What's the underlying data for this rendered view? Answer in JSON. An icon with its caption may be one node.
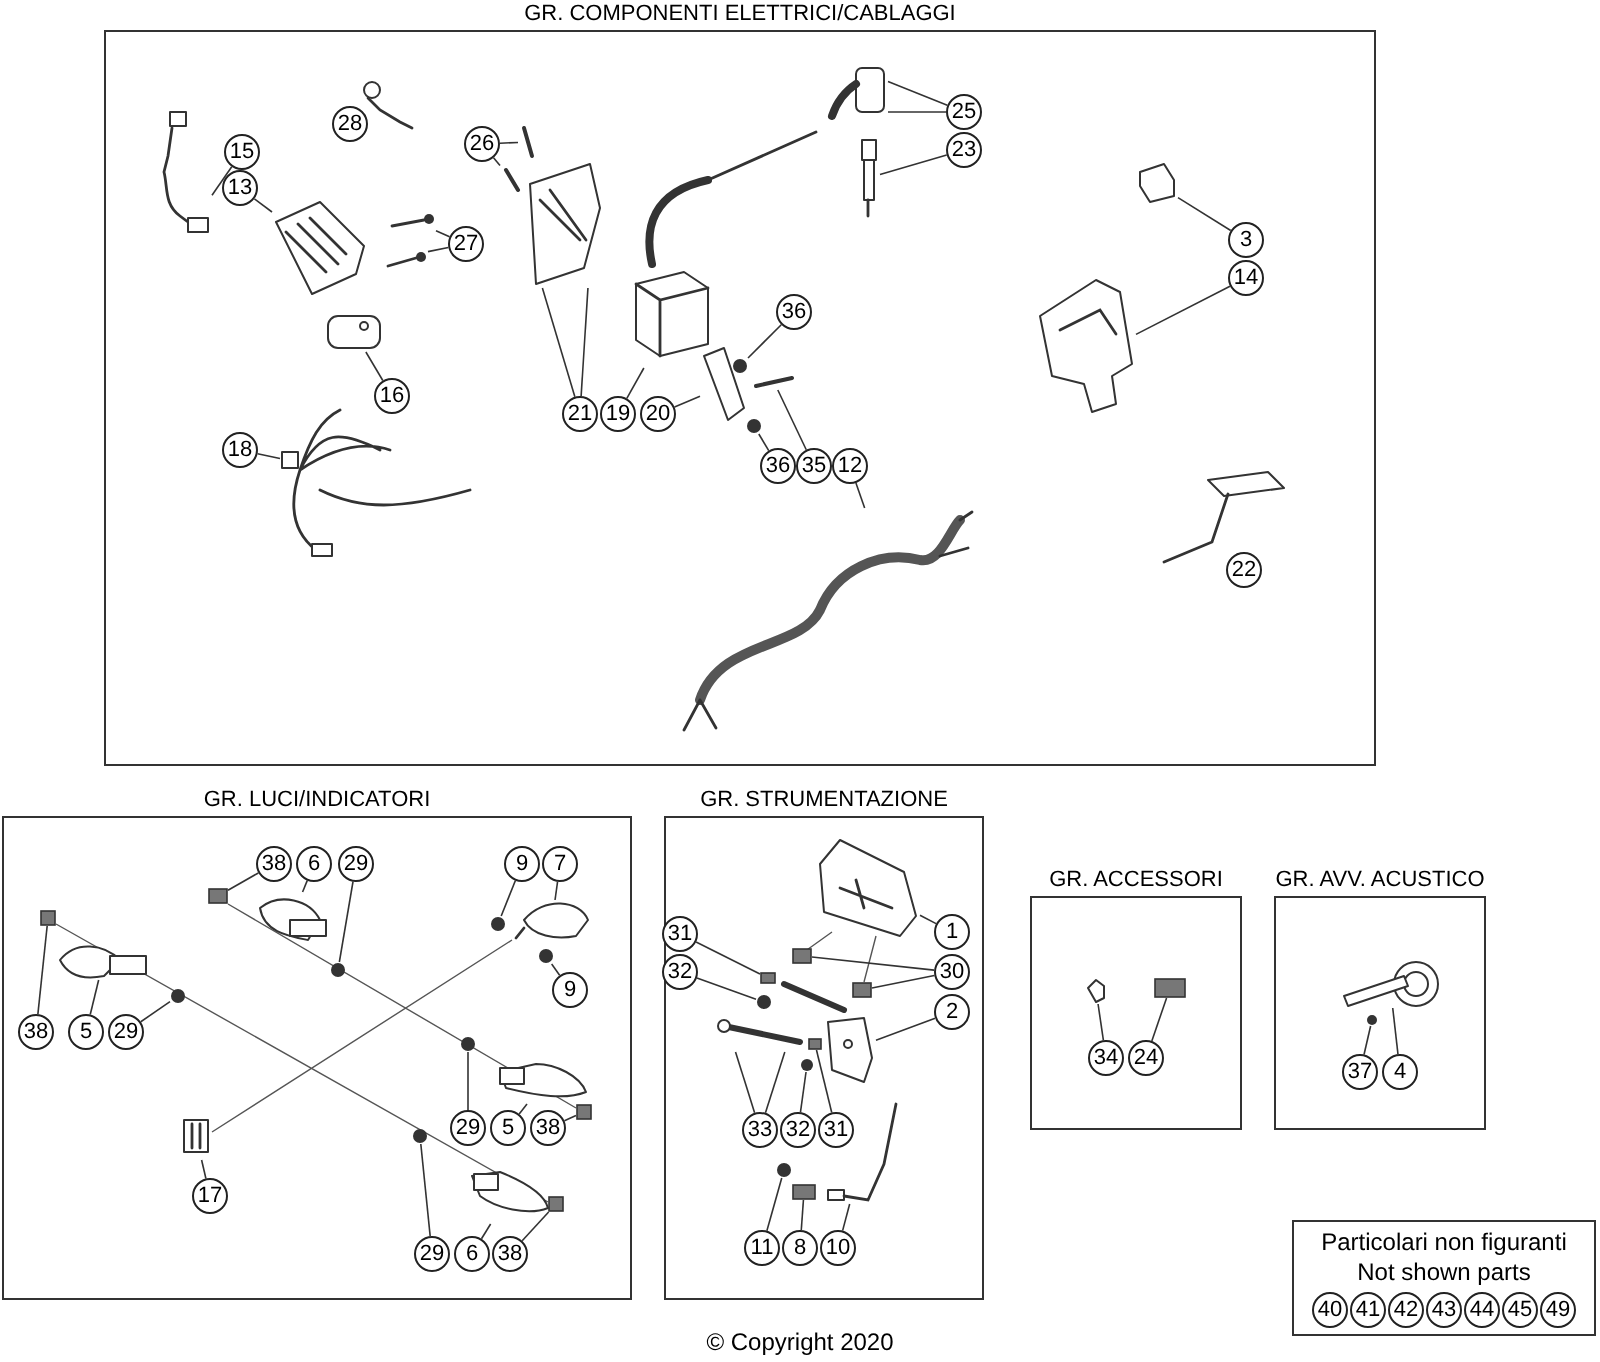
{
  "diagram": {
    "nodes": [
      {
        "text": [
          "GR. COMPONENTI ELETTRICI/CABLAGGI"
        ]
      },
      {
        "text": [
          "28"
        ],
        "in": 0
      },
      {
        "text": [
          "15"
        ],
        "in": 0
      },
      {
        "text": [
          "13"
        ],
        "in": 0
      },
      {
        "text": [
          "26"
        ],
        "in": 0
      },
      {
        "text": [
          "25"
        ],
        "in": 0
      },
      {
        "text": [
          "23"
        ],
        "in": 0
      },
      {
        "text": [
          "27"
        ],
        "in": 0
      },
      {
        "text": [
          "3"
        ],
        "in": 0
      },
      {
        "text": [
          "14"
        ],
        "in": 0
      },
      {
        "text": [
          "36"
        ],
        "in": 0
      },
      {
        "text": [
          "16"
        ],
        "in": 0
      },
      {
        "text": [
          "21"
        ],
        "in": 0
      },
      {
        "text": [
          "19"
        ],
        "in": 0
      },
      {
        "text": [
          "20"
        ],
        "in": 0
      },
      {
        "text": [
          "18"
        ],
        "in": 0
      },
      {
        "text": [
          "36"
        ],
        "in": 0
      },
      {
        "text": [
          "35"
        ],
        "in": 0
      },
      {
        "text": [
          "12"
        ],
        "in": 0
      },
      {
        "text": [
          "22"
        ],
        "in": 0
      },
      {
        "text": [
          "GR. LUCI/INDICATORI"
        ]
      },
      {
        "text": [
          "38"
        ],
        "in": 20
      },
      {
        "text": [
          "6"
        ],
        "in": 20
      },
      {
        "text": [
          "29"
        ],
        "in": 20
      },
      {
        "text": [
          "9"
        ],
        "in": 20
      },
      {
        "text": [
          "7"
        ],
        "in": 20
      },
      {
        "text": [
          "9"
        ],
        "in": 20
      },
      {
        "text": [
          "38"
        ],
        "in": 20
      },
      {
        "text": [
          "5"
        ],
        "in": 20
      },
      {
        "text": [
          "29"
        ],
        "in": 20
      },
      {
        "text": [
          "29"
        ],
        "in": 20
      },
      {
        "text": [
          "5"
        ],
        "in": 20
      },
      {
        "text": [
          "38"
        ],
        "in": 20
      },
      {
        "text": [
          "17"
        ],
        "in": 20
      },
      {
        "text": [
          "29"
        ],
        "in": 20
      },
      {
        "text": [
          "6"
        ],
        "in": 20
      },
      {
        "text": [
          "38"
        ],
        "in": 20
      },
      {
        "text": [
          "GR. STRUMENTAZIONE"
        ]
      },
      {
        "text": [
          "31"
        ],
        "in": 37
      },
      {
        "text": [
          "32"
        ],
        "in": 37
      },
      {
        "text": [
          "1"
        ],
        "in": 37
      },
      {
        "text": [
          "30"
        ],
        "in": 37
      },
      {
        "text": [
          "2"
        ],
        "in": 37
      },
      {
        "text": [
          "33"
        ],
        "in": 37
      },
      {
        "text": [
          "32"
        ],
        "in": 37
      },
      {
        "text": [
          "31"
        ],
        "in": 37
      },
      {
        "text": [
          "11"
        ],
        "in": 37
      },
      {
        "text": [
          "8"
        ],
        "in": 37
      },
      {
        "text": [
          "10"
        ],
        "in": 37
      },
      {
        "text": [
          "GR. ACCESSORI"
        ]
      },
      {
        "text": [
          "34"
        ],
        "in": 49
      },
      {
        "text": [
          "24"
        ],
        "in": 49
      },
      {
        "text": [
          "GR. AVV. ACUSTICO"
        ]
      },
      {
        "text": [
          "37"
        ],
        "in": 52
      },
      {
        "text": [
          "4"
        ],
        "in": 52
      },
      {
        "text": [
          "Particolari non figuranti",
          "Not shown parts"
        ]
      },
      {
        "text": [
          "40"
        ],
        "in": 55
      },
      {
        "text": [
          "41"
        ],
        "in": 55
      },
      {
        "text": [
          "42"
        ],
        "in": 55
      },
      {
        "text": [
          "43"
        ],
        "in": 55
      },
      {
        "text": [
          "44"
        ],
        "in": 55
      },
      {
        "text": [
          "45"
        ],
        "in": 55
      },
      {
        "text": [
          "49"
        ],
        "in": 55
      },
      {
        "text": [],
        "shape": "picture",
        "in": 0
      },
      {
        "text": [],
        "shape": "picture",
        "in": 0
      },
      {
        "text": [],
        "shape": "picture",
        "in": 0
      },
      {
        "text": [],
        "shape": "picture",
        "in": 0
      },
      {
        "text": [],
        "shape": "picture",
        "in": 0
      },
      {
        "text": [],
        "shape": "picture",
        "in": 0
      },
      {
        "text": [],
        "shape": "picture",
        "in": 0
      },
      {
        "text": [],
        "shape": "picture",
        "in": 0
      },
      {
        "text": [],
        "shape": "picture",
        "in": 0
      },
      {
        "text": [],
        "shape": "picture",
        "in": 0
      },
      {
        "text": [],
        "shape": "picture",
        "in": 0
      },
      {
        "text": [],
        "shape": "circle",
        "in": 0
      },
      {
        "text": [],
        "shape": "picture",
        "in": 0
      },
      {
        "text": [],
        "shape": "picture",
        "in": 0
      },
      {
        "text": [],
        "shape": "picture",
        "in": 0
      },
      {
        "text": [],
        "shape": "picture",
        "in": 0
      },
      {
        "text": [],
        "shape": "picture",
        "in": 0
      },
      {
        "text": [],
        "shape": "picture",
        "in": 0
      },
      {
        "text": [],
        "shape": "circle",
        "in": 0
      },
      {
        "text": [],
        "shape": "picture",
        "in": 0
      },
      {
        "text": [],
        "shape": "picture",
        "in": 0
      },
      {
        "text": [],
        "shape": "picture",
        "in": 0
      },
      {
        "text": [],
        "shape": "box",
        "in": 20
      },
      {
        "text": [],
        "shape": "picture",
        "in": 20
      },
      {
        "text": [],
        "shape": "circle",
        "in": 20
      },
      {
        "text": [],
        "shape": "circle",
        "in": 20
      },
      {
        "text": [],
        "shape": "picture",
        "in": 20
      },
      {
        "text": [],
        "shape": "circle",
        "in": 20
      },
      {
        "text": [],
        "shape": "box",
        "in": 20
      },
      {
        "text": [],
        "shape": "picture",
        "in": 20
      },
      {
        "text": [],
        "shape": "circle",
        "in": 20
      },
      {
        "text": [],
        "shape": "circle",
        "in": 20
      },
      {
        "text": [],
        "shape": "picture",
        "in": 20
      },
      {
        "text": [],
        "shape": "box",
        "in": 20
      },
      {
        "text": [],
        "shape": "picture",
        "in": 20
      },
      {
        "text": [],
        "shape": "circle",
        "in": 20
      },
      {
        "text": [],
        "shape": "picture",
        "in": 20
      },
      {
        "text": [],
        "shape": "box",
        "in": 20
      },
      {
        "text": [],
        "shape": "box",
        "in": 37
      },
      {
        "text": [],
        "shape": "circle",
        "in": 37
      },
      {
        "text": [],
        "shape": "picture",
        "in": 37
      },
      {
        "text": [],
        "shape": "box",
        "in": 37
      },
      {
        "text": [],
        "shape": "box",
        "in": 37
      },
      {
        "text": [],
        "shape": "picture",
        "in": 37
      },
      {
        "text": [],
        "shape": "picture",
        "in": 37
      },
      {
        "text": [],
        "shape": "picture",
        "in": 37
      },
      {
        "text": [],
        "shape": "circle",
        "in": 37
      },
      {
        "text": [],
        "shape": "box",
        "in": 37
      },
      {
        "text": [],
        "shape": "circle",
        "in": 37
      },
      {
        "text": [],
        "shape": "box",
        "in": 37
      },
      {
        "text": [],
        "shape": "picture",
        "in": 37
      },
      {
        "text": [],
        "shape": "picture",
        "in": 49
      },
      {
        "text": [],
        "shape": "box",
        "in": 49
      },
      {
        "text": [],
        "shape": "picture",
        "in": 52
      },
      {
        "text": [],
        "shape": "circle",
        "in": 52
      }
    ],
    "edges": [
      {
        "from": 1,
        "to": 63,
        "arrow": "none"
      },
      {
        "from": 2,
        "to": 64,
        "arrow": "none"
      },
      {
        "from": 3,
        "to": 65,
        "arrow": "none"
      },
      {
        "from": 4,
        "to": 66,
        "arrow": "none"
      },
      {
        "from": 4,
        "to": 67,
        "arrow": "none"
      },
      {
        "from": 5,
        "to": 68,
        "arrow": "none"
      },
      {
        "from": 5,
        "to": 68,
        "arrow": "none"
      },
      {
        "from": 6,
        "to": 69,
        "arrow": "none"
      },
      {
        "from": 7,
        "to": 70,
        "arrow": "none"
      },
      {
        "from": 7,
        "to": 71,
        "arrow": "none"
      },
      {
        "from": 8,
        "to": 72,
        "arrow": "none"
      },
      {
        "from": 9,
        "to": 73,
        "arrow": "none"
      },
      {
        "from": 10,
        "to": 74,
        "arrow": "none"
      },
      {
        "from": 11,
        "to": 75,
        "arrow": "none"
      },
      {
        "from": 12,
        "to": 76,
        "arrow": "none"
      },
      {
        "from": 12,
        "to": 76,
        "arrow": "none"
      },
      {
        "from": 13,
        "to": 77,
        "arrow": "none"
      },
      {
        "from": 14,
        "to": 79,
        "arrow": "none"
      },
      {
        "from": 15,
        "to": 80,
        "arrow": "none"
      },
      {
        "from": 16,
        "to": 81,
        "arrow": "none"
      },
      {
        "from": 17,
        "to": 82,
        "arrow": "none"
      },
      {
        "from": 18,
        "to": 83,
        "arrow": "none"
      },
      {
        "from": 19,
        "to": 84,
        "arrow": "none"
      },
      {
        "from": 21,
        "to": 85,
        "arrow": "none"
      },
      {
        "from": 22,
        "to": 86,
        "arrow": "none"
      },
      {
        "from": 23,
        "to": 87,
        "arrow": "none"
      },
      {
        "from": 24,
        "to": 88,
        "arrow": "none"
      },
      {
        "from": 25,
        "to": 89,
        "arrow": "none"
      },
      {
        "from": 26,
        "to": 90,
        "arrow": "none"
      },
      {
        "from": 27,
        "to": 91,
        "arrow": "none"
      },
      {
        "from": 28,
        "to": 92,
        "arrow": "none"
      },
      {
        "from": 29,
        "to": 93,
        "arrow": "none"
      },
      {
        "from": 30,
        "to": 94,
        "arrow": "none"
      },
      {
        "from": 31,
        "to": 95,
        "arrow": "none"
      },
      {
        "from": 32,
        "to": 96,
        "arrow": "none"
      },
      {
        "from": 33,
        "to": 97,
        "arrow": "none"
      },
      {
        "from": 34,
        "to": 98,
        "arrow": "none"
      },
      {
        "from": 35,
        "to": 99,
        "arrow": "none"
      },
      {
        "from": 36,
        "to": 100,
        "arrow": "none"
      },
      {
        "from": 38,
        "to": 101,
        "arrow": "none"
      },
      {
        "from": 39,
        "to": 102,
        "arrow": "none"
      },
      {
        "from": 40,
        "to": 103,
        "arrow": "none"
      },
      {
        "from": 41,
        "to": 104,
        "arrow": "none"
      },
      {
        "from": 41,
        "to": 105,
        "arrow": "none"
      },
      {
        "from": 42,
        "to": 106,
        "arrow": "none"
      },
      {
        "from": 43,
        "to": 107,
        "arrow": "none"
      },
      {
        "from": 43,
        "to": 107,
        "arrow": "none"
      },
      {
        "from": 44,
        "to": 109,
        "arrow": "none"
      },
      {
        "from": 45,
        "to": 110,
        "arrow": "none"
      },
      {
        "from": 46,
        "to": 111,
        "arrow": "none"
      },
      {
        "from": 47,
        "to": 112,
        "arrow": "none"
      },
      {
        "from": 48,
        "to": 113,
        "arrow": "none"
      },
      {
        "from": 50,
        "to": 114,
        "arrow": "none"
      },
      {
        "from": 51,
        "to": 115,
        "arrow": "none"
      },
      {
        "from": 53,
        "to": 117,
        "arrow": "none"
      },
      {
        "from": 54,
        "to": 116,
        "arrow": "none"
      }
    ],
    "labels": [
      "© Copyright 2020"
    ]
  }
}
